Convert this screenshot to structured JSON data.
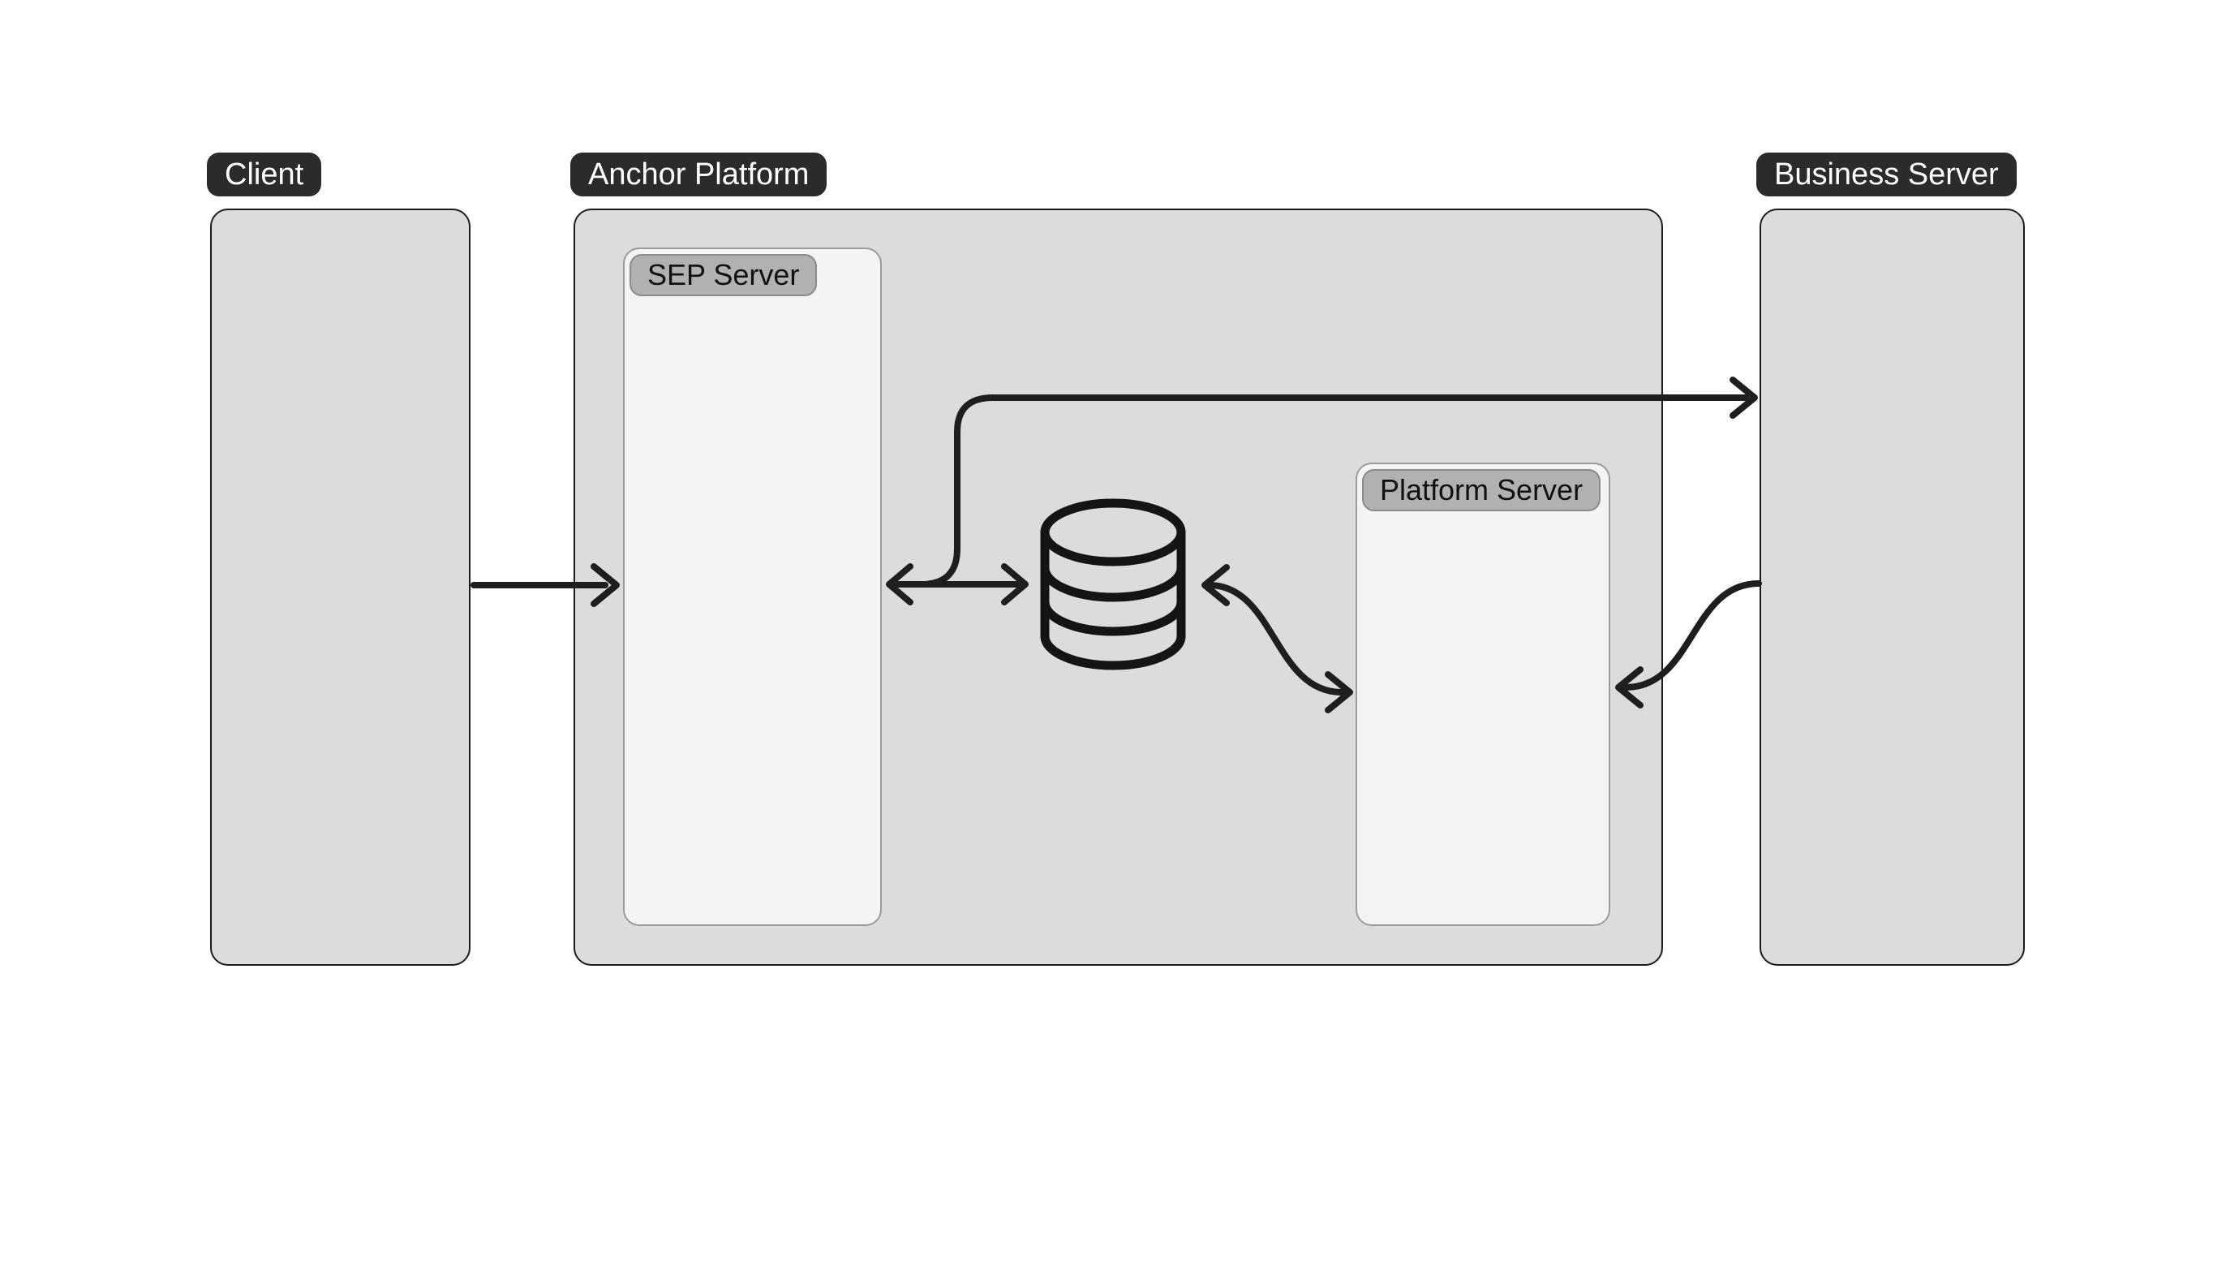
{
  "diagram": {
    "labels": {
      "client": "Client",
      "anchor_platform": "Anchor Platform",
      "sep_server": "SEP Server",
      "platform_server": "Platform Server",
      "business_server": "Business Server"
    },
    "icons": [
      {
        "name": "database-icon",
        "meaning": "database / storage cylinder"
      }
    ],
    "edges": [
      {
        "from": "client",
        "to": "sep_server",
        "direction": "one-way"
      },
      {
        "from": "sep_server",
        "to": "database",
        "direction": "two-way"
      },
      {
        "from": "sep_server",
        "to": "business_server",
        "direction": "one-way"
      },
      {
        "from": "database",
        "to": "platform_server",
        "direction": "two-way"
      },
      {
        "from": "business_server",
        "to": "platform_server",
        "direction": "one-way"
      }
    ],
    "colors": {
      "canvas_bg": "#ffffff",
      "outer_box_fill": "#dcdcdc",
      "outer_box_border": "#1c1c1c",
      "inner_box_fill": "#f4f4f4",
      "inner_box_border": "#9b9b9b",
      "node_label_fill": "#b1b1b1",
      "node_label_border": "#8b8b8b",
      "group_label_bg": "#2b2b2b",
      "group_label_text": "#ffffff",
      "arrow": "#1e1e1e"
    }
  }
}
